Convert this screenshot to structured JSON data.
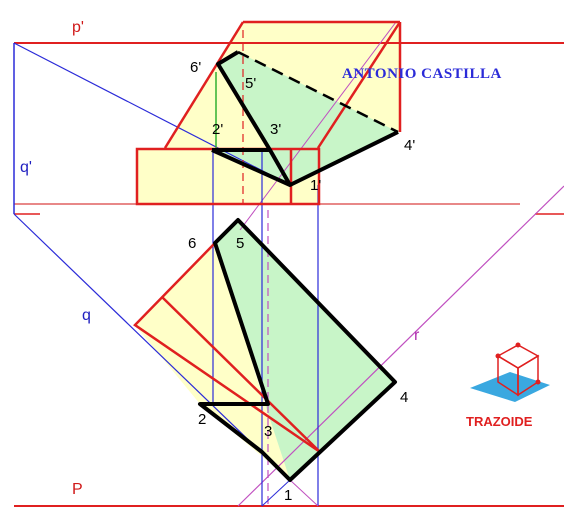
{
  "author": "ANTONIO CASTILLA",
  "brand": "TRAZOIDE",
  "colors": {
    "red": "#e02020",
    "blue": "#2b2bd8",
    "magenta": "#c050c0",
    "yellow_fill": "#ffffc8",
    "green_fill": "#c8f5c8"
  },
  "labels": {
    "p_prime": "p'",
    "q_prime": "q'",
    "q": "q",
    "r": "r",
    "p": "P",
    "v6p": "6'",
    "v5p": "5'",
    "v2p": "2'",
    "v3p": "3'",
    "v4p": "4'",
    "v1p": "1'",
    "v6": "6",
    "v5": "5",
    "v2": "2",
    "v3": "3",
    "v4": "4",
    "v1": "1"
  }
}
